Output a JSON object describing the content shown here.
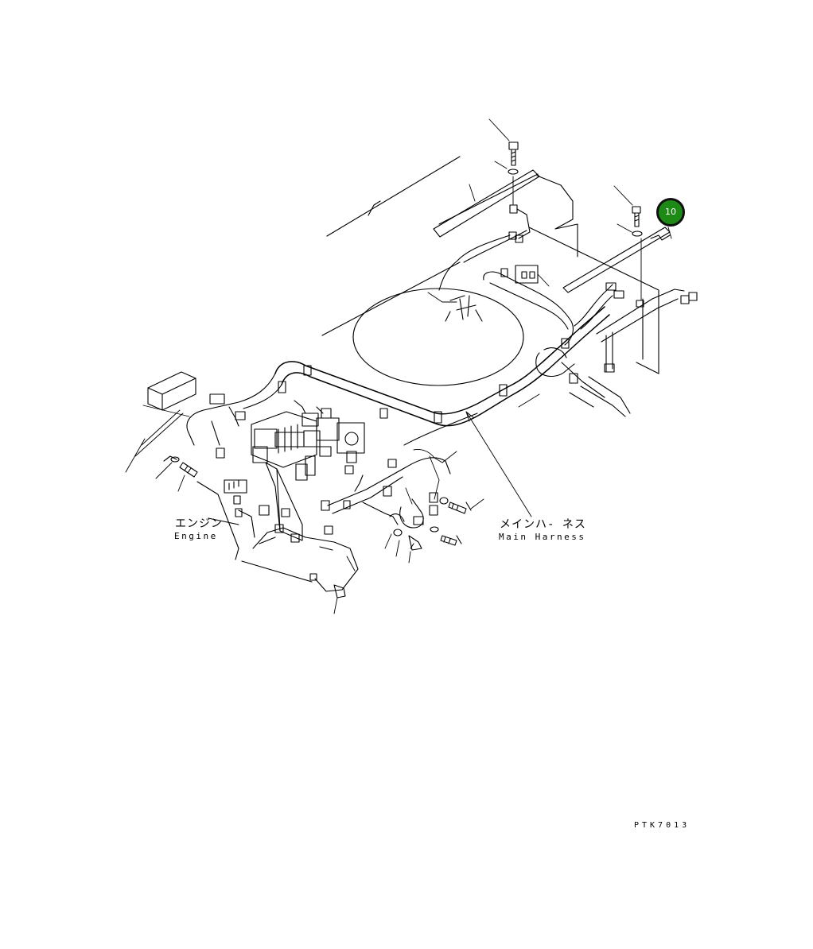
{
  "diagram": {
    "engine_label_jp": "エンジン",
    "engine_label_en": "Engine",
    "harness_label_jp": "メインハ- ネス",
    "harness_label_en": "Main Harness",
    "drawing_code": "PTK7013"
  },
  "callouts": [
    {
      "number": "10",
      "color": "#1e8a16"
    }
  ],
  "icons": [
    "bolt-icon",
    "washer-icon",
    "connector-icon",
    "clamp-icon"
  ]
}
